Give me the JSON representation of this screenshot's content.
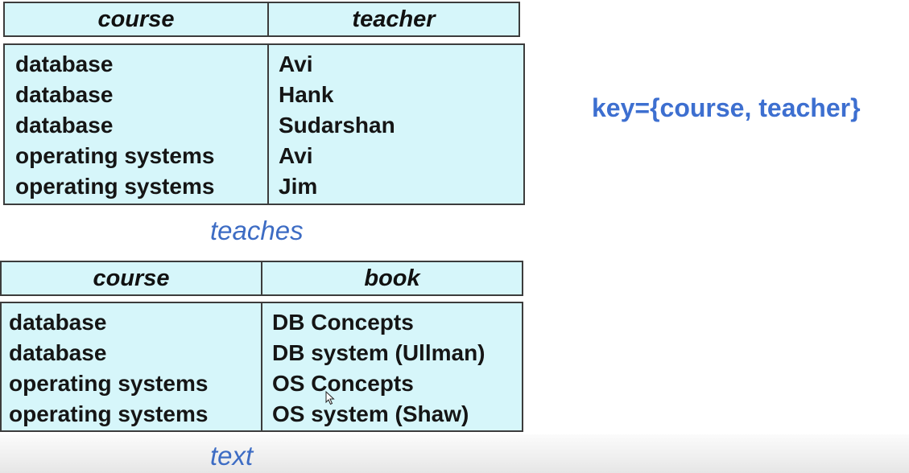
{
  "teaches": {
    "caption": "teaches",
    "headers": [
      "course",
      "teacher"
    ],
    "rows": [
      [
        "database",
        "Avi"
      ],
      [
        "database",
        "Hank"
      ],
      [
        "database",
        "Sudarshan"
      ],
      [
        "operating systems",
        "Avi"
      ],
      [
        "operating systems",
        "Jim"
      ]
    ]
  },
  "text": {
    "caption": "text",
    "headers": [
      "course",
      "book"
    ],
    "rows": [
      [
        "database",
        "DB Concepts"
      ],
      [
        "database",
        "DB system (Ullman)"
      ],
      [
        "operating systems",
        "OS Concepts"
      ],
      [
        "operating systems",
        "OS system (Shaw)"
      ]
    ]
  },
  "key_label": "key={course, teacher}",
  "colors": {
    "table_fill": "#d6f6fa",
    "caption": "#3d6cc4",
    "key": "#3d6fd0"
  }
}
